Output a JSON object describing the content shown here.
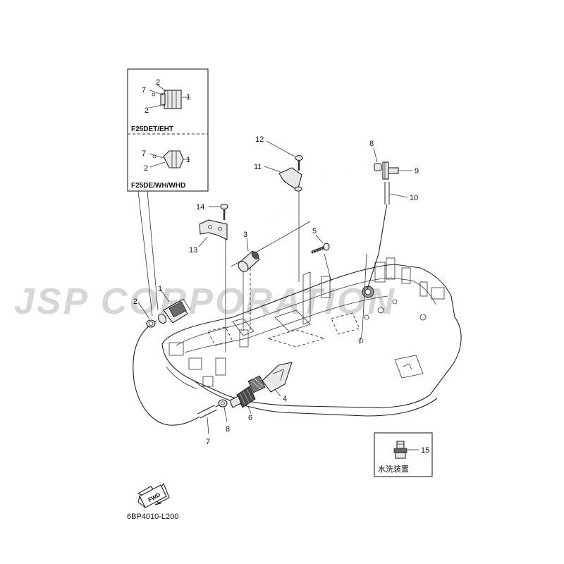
{
  "watermark": "JSP CORPORATION",
  "inset_top": {
    "label": "F25DET/EHT",
    "callouts": [
      "7",
      "2",
      "1",
      "2"
    ]
  },
  "inset_bottom": {
    "label": "F25DE/WH/WHD",
    "callouts": [
      "7",
      "2",
      "1"
    ]
  },
  "inset_flush": {
    "label": "水洗装置",
    "callout": "15"
  },
  "callouts": [
    "1",
    "2",
    "3",
    "4",
    "5",
    "6",
    "7",
    "8",
    "8",
    "9",
    "10",
    "11",
    "12",
    "13",
    "14"
  ],
  "fwd_label": "FWD",
  "drawing_code": "6BP4010-L200"
}
